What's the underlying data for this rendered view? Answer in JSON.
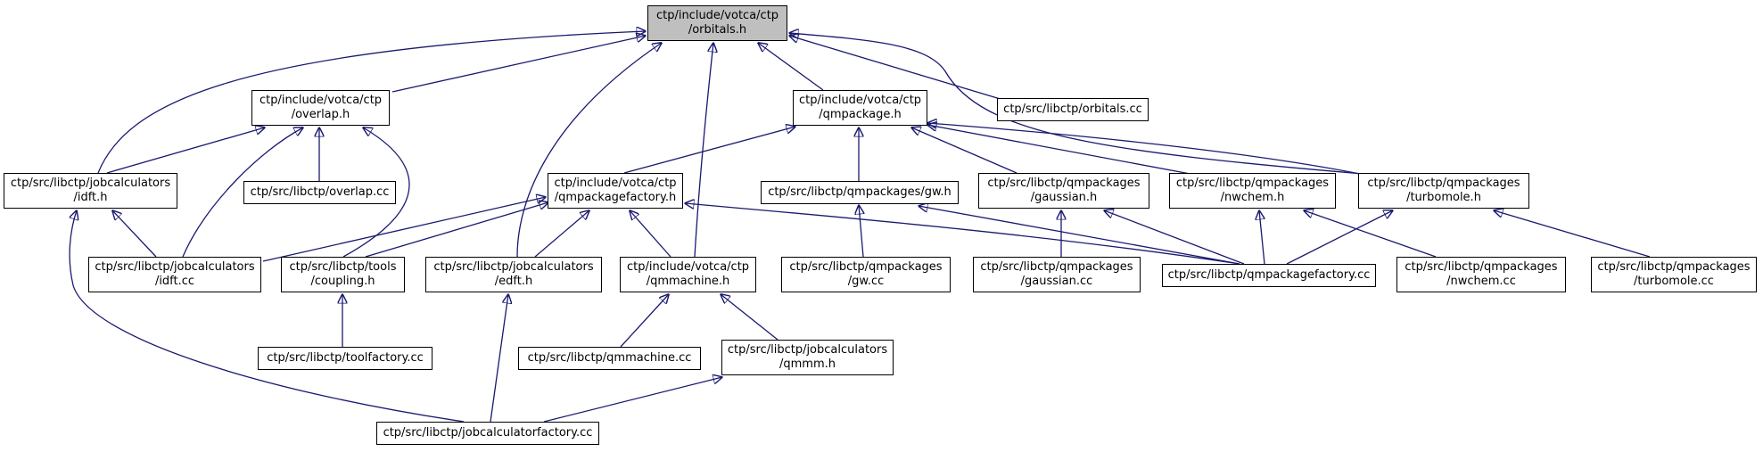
{
  "graph": {
    "colors": {
      "edge": "#191970",
      "root_fill": "#bfbfbf",
      "node_fill": "#ffffff",
      "node_border": "#000000"
    },
    "nodes": {
      "orbitals_h": [
        "ctp/include/votca/ctp",
        "/orbitals.h"
      ],
      "overlap_h": [
        "ctp/include/votca/ctp",
        "/overlap.h"
      ],
      "qmpackage_h": [
        "ctp/include/votca/ctp",
        "/qmpackage.h"
      ],
      "orbitals_cc": [
        "ctp/src/libctp/orbitals.cc"
      ],
      "idft_h": [
        "ctp/src/libctp/jobcalculators",
        "/idft.h"
      ],
      "overlap_cc": [
        "ctp/src/libctp/overlap.cc"
      ],
      "qmpackagefactory_h": [
        "ctp/include/votca/ctp",
        "/qmpackagefactory.h"
      ],
      "gw_h": [
        "ctp/src/libctp/qmpackages/gw.h"
      ],
      "gaussian_h": [
        "ctp/src/libctp/qmpackages",
        "/gaussian.h"
      ],
      "nwchem_h": [
        "ctp/src/libctp/qmpackages",
        "/nwchem.h"
      ],
      "turbomole_h": [
        "ctp/src/libctp/qmpackages",
        "/turbomole.h"
      ],
      "idft_cc": [
        "ctp/src/libctp/jobcalculators",
        "/idft.cc"
      ],
      "coupling_h": [
        "ctp/src/libctp/tools",
        "/coupling.h"
      ],
      "edft_h": [
        "ctp/src/libctp/jobcalculators",
        "/edft.h"
      ],
      "qmmachine_h": [
        "ctp/include/votca/ctp",
        "/qmmachine.h"
      ],
      "gw_cc": [
        "ctp/src/libctp/qmpackages",
        "/gw.cc"
      ],
      "gaussian_cc": [
        "ctp/src/libctp/qmpackages",
        "/gaussian.cc"
      ],
      "qmpackagefactory_cc": [
        "ctp/src/libctp/qmpackagefactory.cc"
      ],
      "nwchem_cc": [
        "ctp/src/libctp/qmpackages",
        "/nwchem.cc"
      ],
      "turbomole_cc": [
        "ctp/src/libctp/qmpackages",
        "/turbomole.cc"
      ],
      "toolfactory_cc": [
        "ctp/src/libctp/toolfactory.cc"
      ],
      "qmmachine_cc": [
        "ctp/src/libctp/qmmachine.cc"
      ],
      "qmmm_h": [
        "ctp/src/libctp/jobcalculators",
        "/qmmm.h"
      ],
      "jobcalculatorfactory_cc": [
        "ctp/src/libctp/jobcalculatorfactory.cc"
      ]
    },
    "edges": [
      [
        "overlap_h",
        "orbitals_h"
      ],
      [
        "qmpackage_h",
        "orbitals_h"
      ],
      [
        "orbitals_cc",
        "orbitals_h"
      ],
      [
        "idft_h",
        "orbitals_h"
      ],
      [
        "edft_h",
        "orbitals_h"
      ],
      [
        "qmmachine_h",
        "orbitals_h"
      ],
      [
        "turbomole_h",
        "orbitals_h"
      ],
      [
        "idft_h",
        "overlap_h"
      ],
      [
        "overlap_cc",
        "overlap_h"
      ],
      [
        "idft_cc",
        "overlap_h"
      ],
      [
        "coupling_h",
        "overlap_h"
      ],
      [
        "qmpackagefactory_h",
        "qmpackage_h"
      ],
      [
        "gw_h",
        "qmpackage_h"
      ],
      [
        "gaussian_h",
        "qmpackage_h"
      ],
      [
        "nwchem_h",
        "qmpackage_h"
      ],
      [
        "turbomole_h",
        "qmpackage_h"
      ],
      [
        "idft_cc",
        "idft_h"
      ],
      [
        "jobcalculatorfactory_cc",
        "idft_h"
      ],
      [
        "idft_cc",
        "qmpackagefactory_h"
      ],
      [
        "coupling_h",
        "qmpackagefactory_h"
      ],
      [
        "edft_h",
        "qmpackagefactory_h"
      ],
      [
        "qmmachine_h",
        "qmpackagefactory_h"
      ],
      [
        "qmpackagefactory_cc",
        "qmpackagefactory_h"
      ],
      [
        "gw_cc",
        "gw_h"
      ],
      [
        "qmpackagefactory_cc",
        "gw_h"
      ],
      [
        "gaussian_cc",
        "gaussian_h"
      ],
      [
        "qmpackagefactory_cc",
        "gaussian_h"
      ],
      [
        "qmpackagefactory_cc",
        "nwchem_h"
      ],
      [
        "nwchem_cc",
        "nwchem_h"
      ],
      [
        "qmpackagefactory_cc",
        "turbomole_h"
      ],
      [
        "turbomole_cc",
        "turbomole_h"
      ],
      [
        "toolfactory_cc",
        "coupling_h"
      ],
      [
        "jobcalculatorfactory_cc",
        "edft_h"
      ],
      [
        "qmmachine_cc",
        "qmmachine_h"
      ],
      [
        "qmmm_h",
        "qmmachine_h"
      ],
      [
        "jobcalculatorfactory_cc",
        "qmmm_h"
      ]
    ]
  }
}
